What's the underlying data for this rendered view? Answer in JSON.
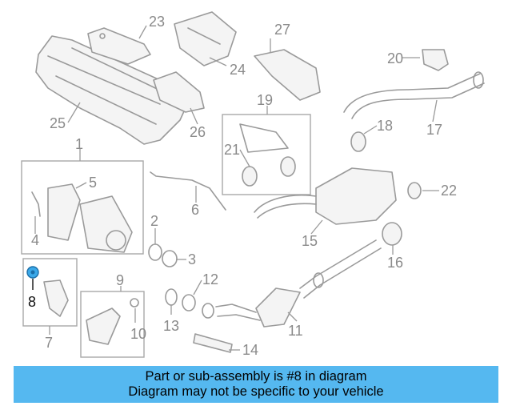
{
  "diagram": {
    "callouts": [
      "1",
      "2",
      "3",
      "4",
      "5",
      "6",
      "7",
      "8",
      "9",
      "10",
      "11",
      "12",
      "13",
      "14",
      "15",
      "16",
      "17",
      "18",
      "19",
      "20",
      "21",
      "22",
      "23",
      "24",
      "25",
      "26",
      "27"
    ],
    "highlighted_part": "8"
  },
  "banner": {
    "line1": "Part or sub-assembly is #8 in diagram",
    "line2": "Diagram may not be specific to your vehicle",
    "color": "#55b8f0"
  }
}
